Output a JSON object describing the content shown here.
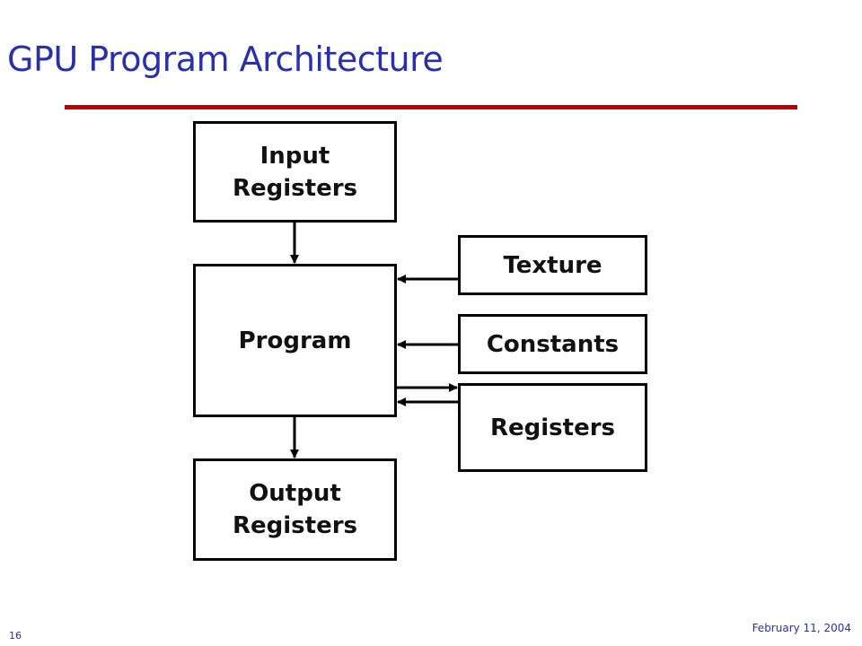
{
  "slide": {
    "title": "GPU Program Architecture",
    "page_number": "16",
    "date": "February 11, 2004",
    "accent_color": "#c00000",
    "title_color": "#2a2faa"
  },
  "diagram": {
    "nodes": {
      "input_registers": "Input\nRegisters",
      "program": "Program",
      "output_registers": "Output\nRegisters",
      "texture": "Texture",
      "constants": "Constants",
      "registers": "Registers"
    },
    "edges": [
      {
        "from": "input_registers",
        "to": "program"
      },
      {
        "from": "program",
        "to": "output_registers"
      },
      {
        "from": "texture",
        "to": "program"
      },
      {
        "from": "constants",
        "to": "program"
      },
      {
        "from": "program",
        "to": "registers"
      },
      {
        "from": "registers",
        "to": "program"
      }
    ]
  }
}
